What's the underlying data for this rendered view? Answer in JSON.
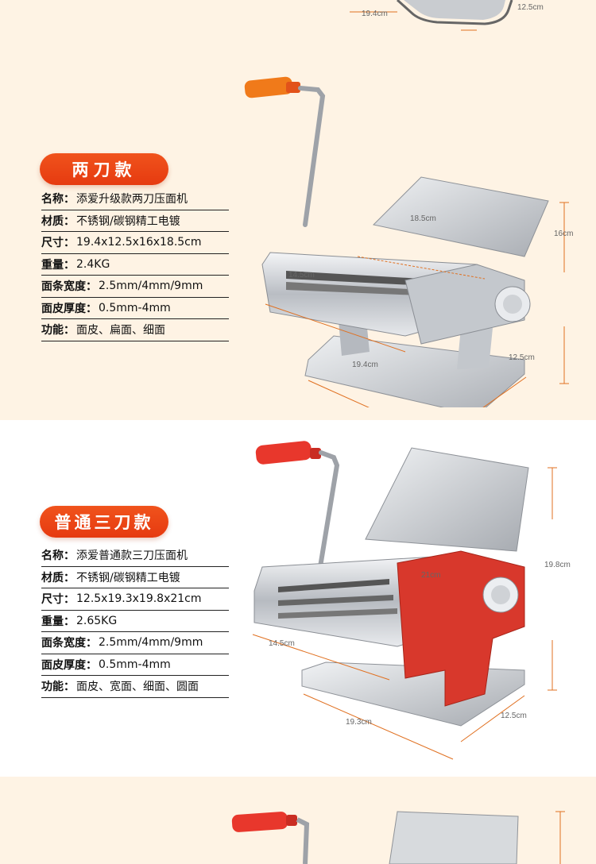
{
  "top_dims": {
    "width": "19.4cm",
    "depth": "12.5cm"
  },
  "products": [
    {
      "tag": "两刀款",
      "specs": [
        {
          "k": "名称：",
          "v": "添爱升级款两刀压面机"
        },
        {
          "k": "材质：",
          "v": "不锈钢/碳钢精工电镀"
        },
        {
          "k": "尺寸：",
          "v": "19.4x12.5x16x18.5cm"
        },
        {
          "k": "重量：",
          "v": "2.4KG"
        },
        {
          "k": "面条宽度：",
          "v": "2.5mm/4mm/9mm"
        },
        {
          "k": "面皮厚度：",
          "v": "0.5mm-4mm"
        },
        {
          "k": "功能：",
          "v": "面皮、扁面、细面"
        }
      ],
      "dims": {
        "height": "16cm",
        "top": "18.5cm",
        "side": "14.5cm",
        "width": "19.4cm",
        "depth": "12.5cm"
      },
      "colors": {
        "handle": "#f07a1a",
        "body": "#d0d3d8"
      }
    },
    {
      "tag": "普通三刀款",
      "specs": [
        {
          "k": "名称：",
          "v": "添爱普通款三刀压面机"
        },
        {
          "k": "材质：",
          "v": "不锈钢/碳钢精工电镀"
        },
        {
          "k": "尺寸：",
          "v": "12.5x19.3x19.8x21cm"
        },
        {
          "k": "重量：",
          "v": "2.65KG"
        },
        {
          "k": "面条宽度：",
          "v": "2.5mm/4mm/9mm"
        },
        {
          "k": "面皮厚度：",
          "v": "0.5mm-4mm"
        },
        {
          "k": "功能：",
          "v": "面皮、宽面、细面、圆面"
        }
      ],
      "dims": {
        "height": "19.8cm",
        "top": "21cm",
        "side": "14.5cm",
        "width": "19.3cm",
        "depth": "12.5cm"
      },
      "colors": {
        "handle": "#e8372c",
        "body": "#d0d3d8",
        "accent": "#d8382c"
      }
    }
  ]
}
